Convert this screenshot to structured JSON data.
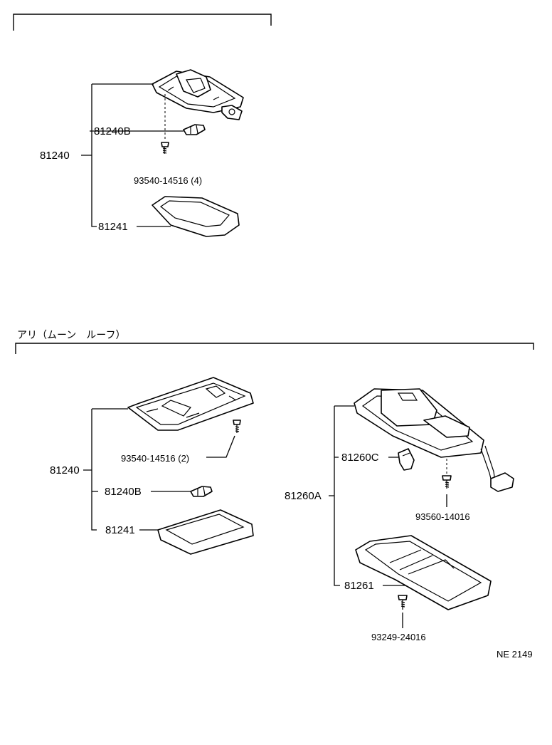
{
  "top_section": {
    "callouts": {
      "assembly": "81240",
      "bulb": "81240B",
      "screw": "93540-14516 (4)",
      "lens": "81241"
    }
  },
  "bottom_section": {
    "header": "アリ（ムーン　ルーフ）",
    "left_group": {
      "assembly": "81240",
      "screw": "93540-14516 (2)",
      "bulb": "81240B",
      "lens": "81241"
    },
    "right_group": {
      "assembly": "81260A",
      "bulb": "81260C",
      "screw": "93560-14016",
      "lens": "81261",
      "screw_lower": "93249-24016"
    }
  },
  "figure_code": "NE 2149"
}
